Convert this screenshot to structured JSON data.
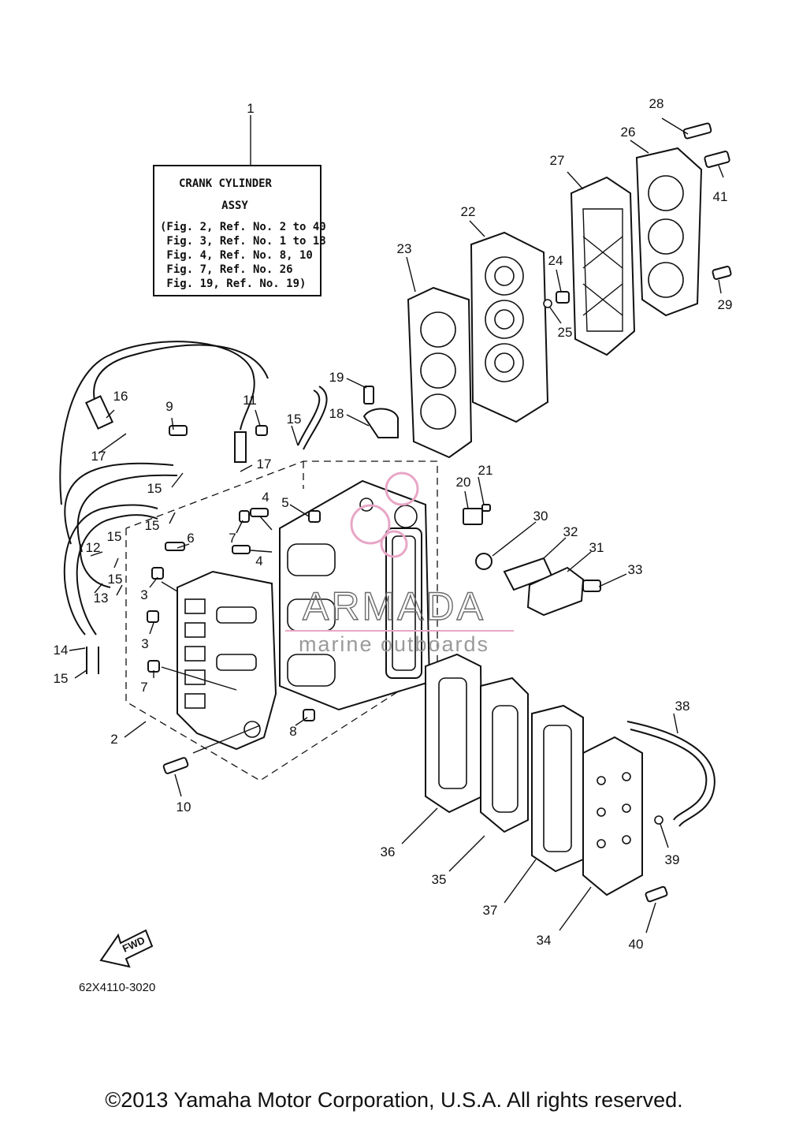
{
  "assy_box": {
    "title_line1": "CRANK CYLINDER",
    "title_line2": "ASSY",
    "lines": [
      "(Fig. 2, Ref. No. 2 to 40",
      " Fig. 3, Ref. No. 1 to 18",
      " Fig. 4, Ref. No. 8, 10",
      " Fig. 7, Ref. No. 26",
      " Fig. 19, Ref. No. 19)"
    ]
  },
  "callouts": {
    "c1": "1",
    "c2": "2",
    "c3a": "3",
    "c3b": "3",
    "c4a": "4",
    "c4b": "4",
    "c5": "5",
    "c6": "6",
    "c7a": "7",
    "c7b": "7",
    "c8": "8",
    "c9": "9",
    "c10": "10",
    "c11": "11",
    "c12": "12",
    "c13": "13",
    "c14": "14",
    "c15a": "15",
    "c15b": "15",
    "c15c": "15",
    "c15d": "15",
    "c15e": "15",
    "c15f": "15",
    "c16": "16",
    "c17a": "17",
    "c17b": "17",
    "c18": "18",
    "c19": "19",
    "c20": "20",
    "c21": "21",
    "c22": "22",
    "c23": "23",
    "c24": "24",
    "c25": "25",
    "c26": "26",
    "c27": "27",
    "c28": "28",
    "c29": "29",
    "c30": "30",
    "c31": "31",
    "c32": "32",
    "c33": "33",
    "c34": "34",
    "c35": "35",
    "c36": "36",
    "c37": "37",
    "c38": "38",
    "c39": "39",
    "c40": "40",
    "c41": "41"
  },
  "watermark": {
    "main": "ARMADA",
    "sub": "marine outboards",
    "logo_color": "#e8a6c6"
  },
  "fwd_label": "FWD",
  "drawing_ref": "62X4110-3020",
  "copyright": "©2013 Yamaha Motor Corporation, U.S.A. All rights reserved."
}
